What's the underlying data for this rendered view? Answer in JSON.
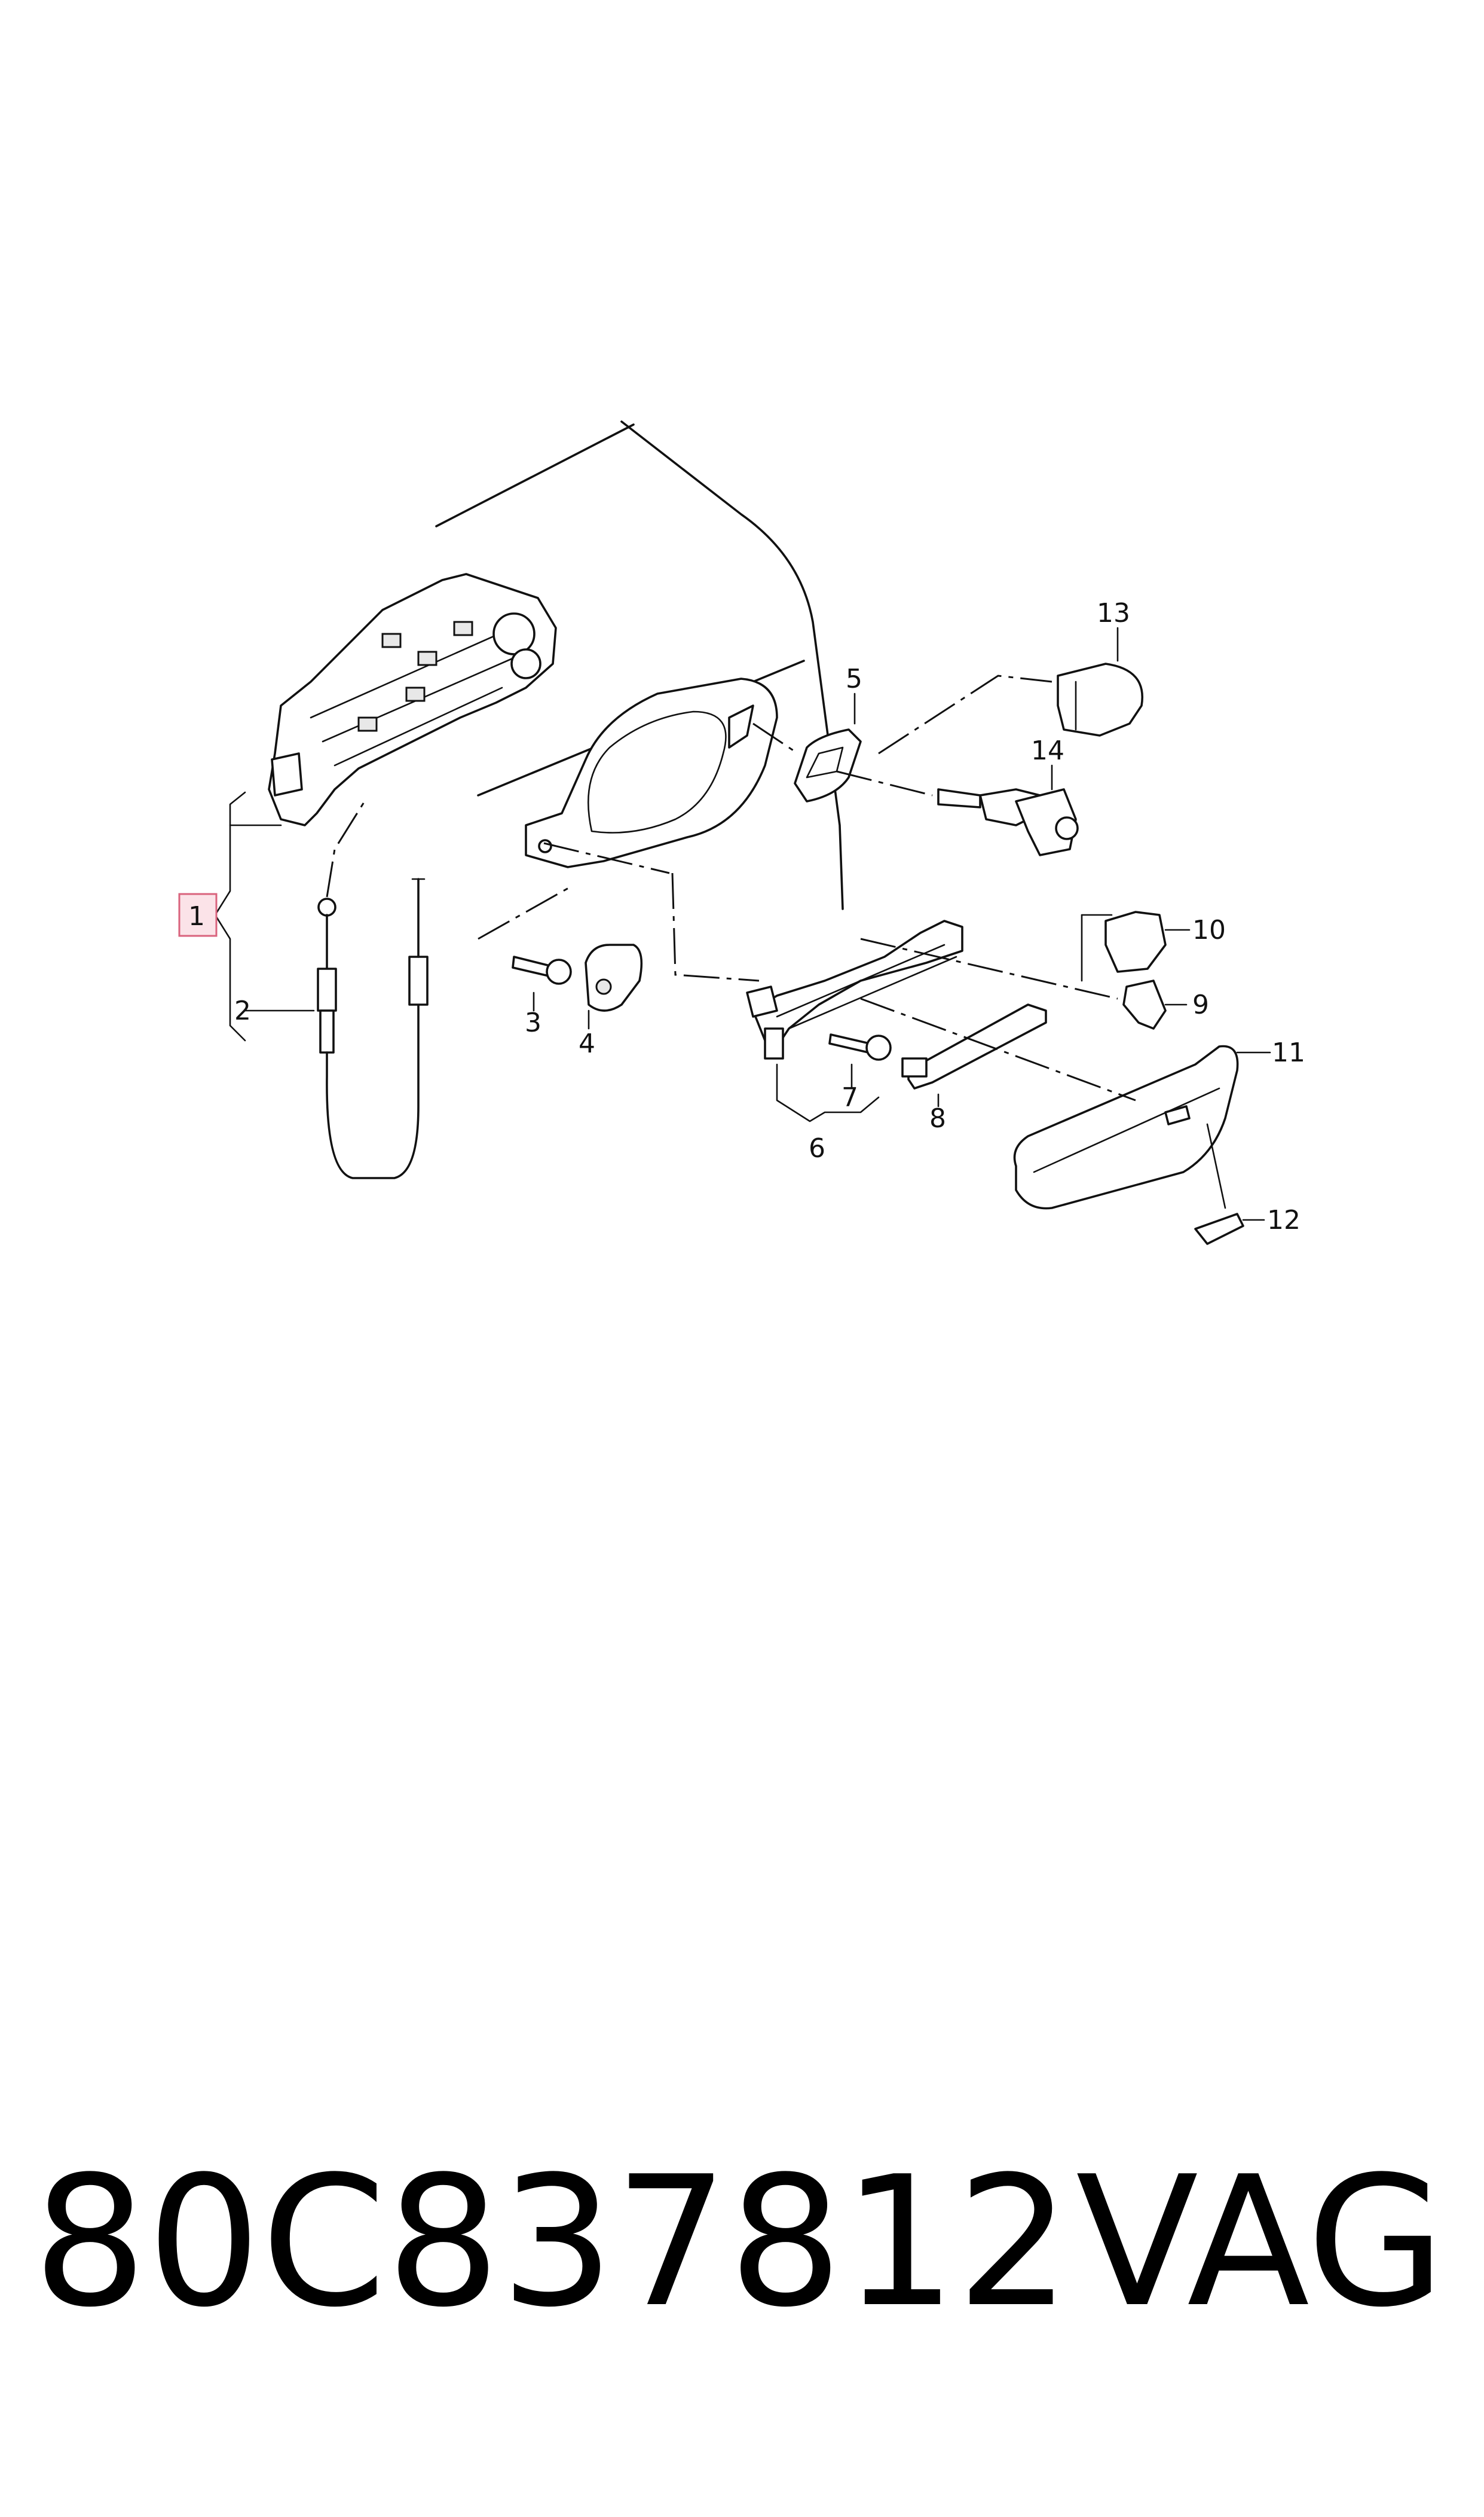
{
  "callouts": [
    {
      "id": "1",
      "label": "1",
      "highlight": true
    },
    {
      "id": "2",
      "label": "2"
    },
    {
      "id": "3",
      "label": "3"
    },
    {
      "id": "4",
      "label": "4"
    },
    {
      "id": "5",
      "label": "5"
    },
    {
      "id": "6",
      "label": "6"
    },
    {
      "id": "7",
      "label": "7"
    },
    {
      "id": "8",
      "label": "8"
    },
    {
      "id": "9",
      "label": "9"
    },
    {
      "id": "10",
      "label": "10"
    },
    {
      "id": "11",
      "label": "11"
    },
    {
      "id": "12",
      "label": "12"
    },
    {
      "id": "13",
      "label": "13"
    },
    {
      "id": "14",
      "label": "14"
    }
  ],
  "footer": {
    "part_number": "80C837812",
    "brand": "VAG"
  },
  "colors": {
    "line": "#111111",
    "highlight_fill": "#fbe3e8",
    "highlight_stroke": "#d9637d"
  }
}
